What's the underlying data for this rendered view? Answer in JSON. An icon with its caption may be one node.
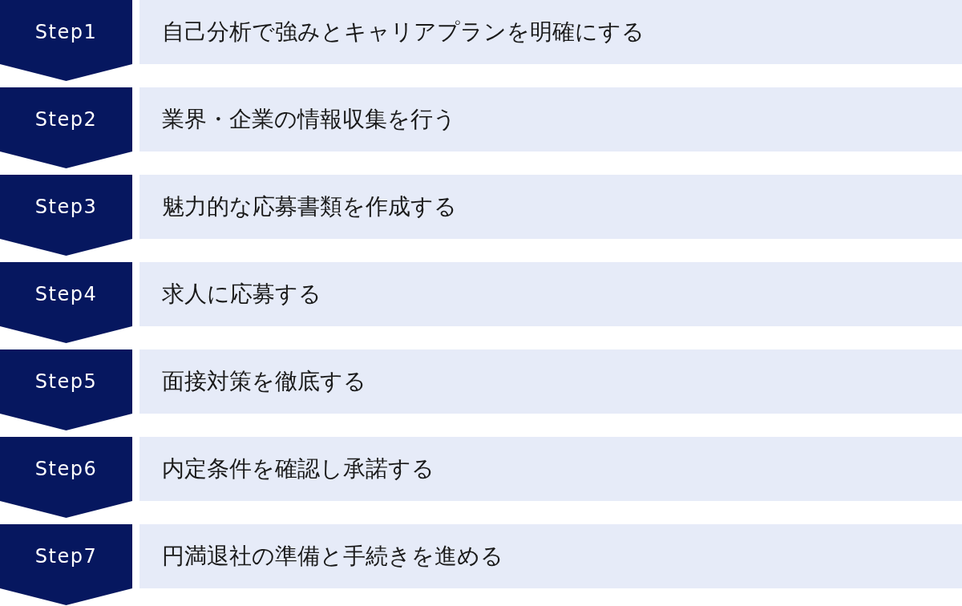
{
  "diagram": {
    "nodes": [
      {
        "text": [
          "Step1"
        ]
      },
      {
        "text": [
          "自己分析で強みとキャリアプランを明確にする"
        ]
      },
      {
        "text": [
          "Step2"
        ]
      },
      {
        "text": [
          "業界・企業の情報収集を行う"
        ]
      },
      {
        "text": [
          "Step3"
        ]
      },
      {
        "text": [
          "魅力的な応募書類を作成する"
        ]
      },
      {
        "text": [
          "Step4"
        ]
      },
      {
        "text": [
          "求人に応募する"
        ]
      },
      {
        "text": [
          "Step5"
        ]
      },
      {
        "text": [
          "面接対策を徹底する"
        ]
      },
      {
        "text": [
          "Step6"
        ]
      },
      {
        "text": [
          "内定条件を確認し承諾する"
        ]
      },
      {
        "text": [
          "Step7"
        ]
      },
      {
        "text": [
          "円満退社の準備と手続きを進める"
        ]
      }
    ]
  }
}
